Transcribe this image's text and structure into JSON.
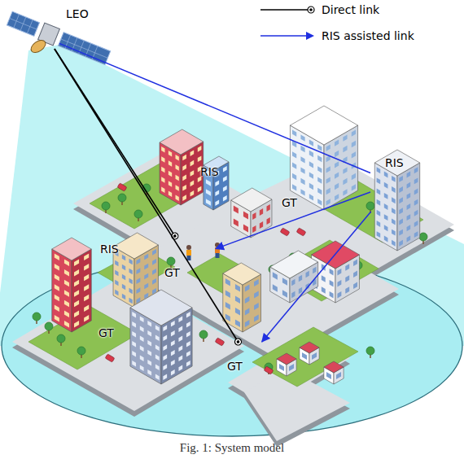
{
  "diagram": {
    "caption": "Fig. 1: System model",
    "nodes": [
      {
        "text": [
          "LEO"
        ]
      },
      {
        "text": [
          "RIS"
        ]
      },
      {
        "text": [
          "RIS"
        ]
      },
      {
        "text": [
          "GT"
        ]
      },
      {
        "text": [
          "RIS"
        ]
      },
      {
        "text": [
          "GT"
        ]
      },
      {
        "text": [
          "GT"
        ]
      },
      {
        "text": [
          "GT"
        ]
      }
    ],
    "edges": [
      {
        "from": 0,
        "to": 5,
        "arrow": "none"
      },
      {
        "from": 0,
        "to": 7,
        "arrow": "none"
      },
      {
        "from": 0,
        "to": 1,
        "arrow": "none"
      },
      {
        "from": 1,
        "to": 5,
        "arrow": "to"
      },
      {
        "from": 1,
        "to": 7,
        "arrow": "to"
      }
    ],
    "legend": [
      {
        "text": "Direct link"
      },
      {
        "text": "RIS assisted link"
      }
    ]
  }
}
